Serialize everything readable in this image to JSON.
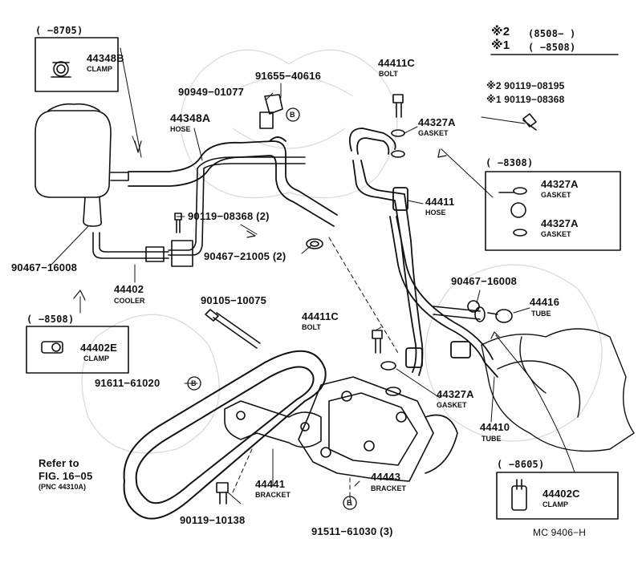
{
  "legend": {
    "row1_mark": "※2",
    "row1_range": "(8508−     )",
    "row2_mark": "※1",
    "row2_range": "(      −8508)"
  },
  "inset_clamp_44348b": {
    "range": "(        −8705)",
    "part_no": "44348B",
    "part_name": "CLAMP"
  },
  "inset_gasket_44327a": {
    "range": "(        −8308)",
    "part1_no": "44327A",
    "part1_name": "GASKET",
    "part2_no": "44327A",
    "part2_name": "GASKET"
  },
  "inset_clamp_44402e": {
    "range": "(        −8508)",
    "part_no": "44402E",
    "part_name": "CLAMP"
  },
  "inset_clamp_44402c": {
    "range": "(        −8605)",
    "part_no": "44402C",
    "part_name": "CLAMP"
  },
  "parts": {
    "p91655": "91655−40616",
    "p90949": "90949−01077",
    "p44348a_no": "44348A",
    "p44348a_name": "HOSE",
    "p44411c_top_no": "44411C",
    "p44411c_top_name": "BOLT",
    "p90119_08195": "※2 90119−08195",
    "p90119_08368_alt": "※1 90119−08368",
    "p44327a_top_no": "44327A",
    "p44327a_top_name": "GASKET",
    "p44411_no": "44411",
    "p44411_name": "HOSE",
    "p90119_08368": "90119−08368 (2)",
    "p90467_21005": "90467−21005 (2)",
    "p90467_16008_left": "90467−16008",
    "p44402_no": "44402",
    "p44402_name": "COOLER",
    "p90467_16008_right": "90467−16008",
    "p44416_no": "44416",
    "p44416_name": "TUBE",
    "p90105": "90105−10075",
    "p44411c_mid_no": "44411C",
    "p44411c_mid_name": "BOLT",
    "p91611": "91611−61020",
    "p44327a_low_no": "44327A",
    "p44327a_low_name": "GASKET",
    "p44410_no": "44410",
    "p44410_name": "TUBE",
    "refer_line1": "Refer to",
    "refer_line2": "FIG. 16−05",
    "refer_line3": "(PNC 44310A)",
    "p44441_no": "44441",
    "p44441_name": "BRACKET",
    "p44443_no": "44443",
    "p44443_name": "BRACKET",
    "p90119_10138": "90119−10138",
    "p91511": "91511−61030 (3)",
    "b_mark": "B"
  },
  "figure_code": "MC 9406−H"
}
